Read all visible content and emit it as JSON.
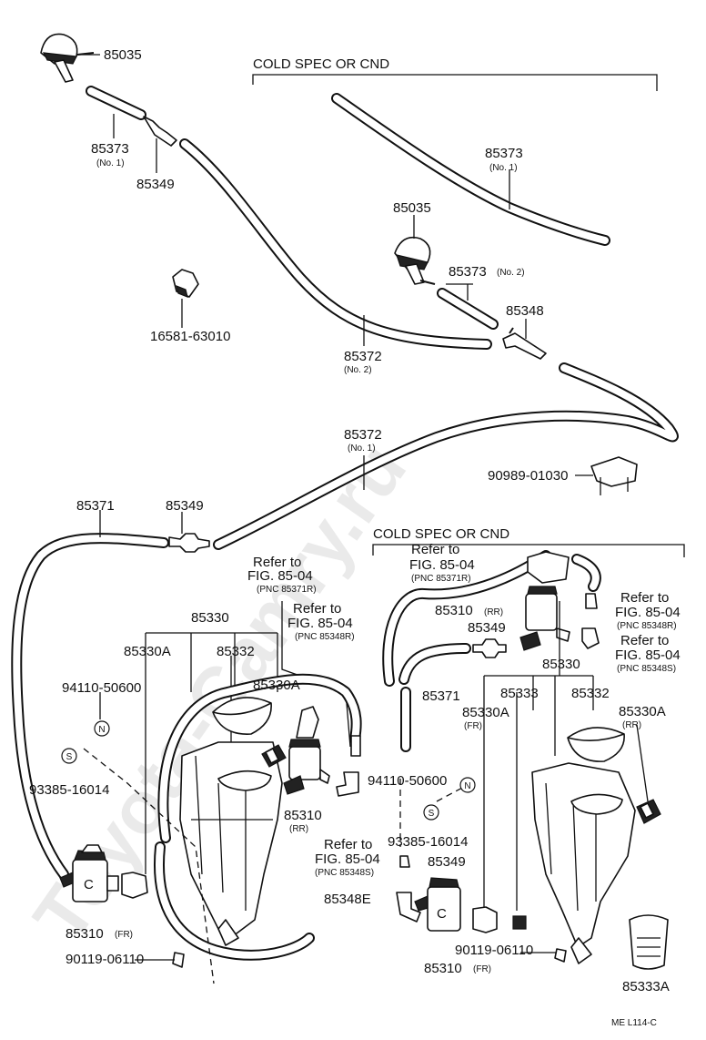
{
  "watermark": "Toyota-Camry.ru",
  "headers": {
    "cold_spec_top": "COLD SPEC OR CND",
    "cold_spec_bottom": "COLD SPEC OR CND"
  },
  "labels": {
    "p85035_a": "85035",
    "p85373_a": "85373",
    "p85373_a_sub": "(No. 1)",
    "p85349_a": "85349",
    "p85373_b": "85373",
    "p85373_b_sub": "(No. 1)",
    "p85035_b": "85035",
    "p85373_c": "85373",
    "p85373_c_sub": "(No. 2)",
    "p85348": "85348",
    "p16581": "16581-63010",
    "p85372_a": "85372",
    "p85372_a_sub": "(No. 2)",
    "p85372_b": "85372",
    "p85372_b_sub": "(No. 1)",
    "p90989": "90989-01030",
    "p85371_a": "85371",
    "p85349_b": "85349",
    "ref1_a": "Refer to",
    "ref1_b": "FIG. 85-04",
    "ref1_c": "(PNC 85371R)",
    "ref2_a": "Refer to",
    "ref2_b": "FIG. 85-04",
    "ref2_c": "(PNC 85348R)",
    "p85330_a": "85330",
    "p85330A_a": "85330A",
    "p85332_a": "85332",
    "p85330A_b": "85330A",
    "p94110_a": "94110-50600",
    "p93385_a": "93385-16014",
    "p85310_rr_a": "85310",
    "p85310_rr_a_sub": "(RR)",
    "ref3_a": "Refer to",
    "ref3_b": "FIG. 85-04",
    "ref3_c": "(PNC 85348S)",
    "p85310_fr_a": "85310",
    "p85310_fr_a_sub": "(FR)",
    "p90119_a": "90119-06110",
    "ref4_a": "Refer to",
    "ref4_b": "FIG. 85-04",
    "ref4_c": "(PNC 85371R)",
    "p85310_rr_b": "85310",
    "p85310_rr_b_sub": "(RR)",
    "ref5_a": "Refer to",
    "ref5_b": "FIG. 85-04",
    "ref5_c": "(PNC 85348R)",
    "p85349_c": "85349",
    "ref6_a": "Refer to",
    "ref6_b": "FIG. 85-04",
    "ref6_c": "(PNC 85348S)",
    "p85330_b": "85330",
    "p85371_b": "85371",
    "p85333": "85333",
    "p85332_b": "85332",
    "p85330A_c": "85330A",
    "p85330A_c_sub": "(FR)",
    "p85330A_d": "85330A",
    "p85330A_d_sub": "(RR)",
    "p94110_b": "94110-50600",
    "p93385_b": "93385-16014",
    "p85349_d": "85349",
    "p85348E": "85348E",
    "p90119_b": "90119-06110",
    "p85310_fr_b": "85310",
    "p85310_fr_b_sub": "(FR)",
    "p85333A": "85333A",
    "footer_code": "ME  L114-C",
    "circle_N": "N",
    "circle_S": "S"
  }
}
